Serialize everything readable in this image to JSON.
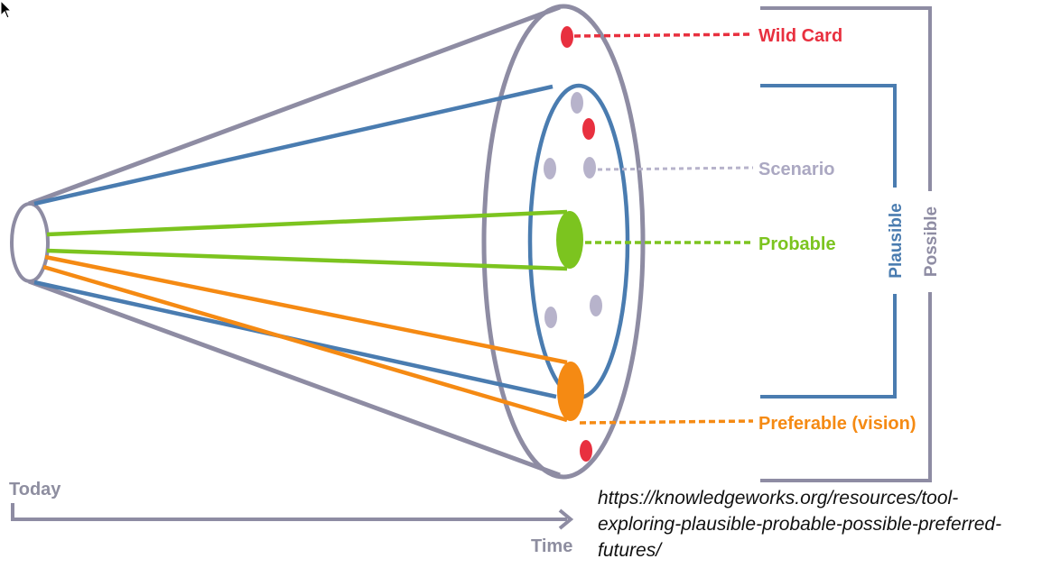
{
  "labels": {
    "wild_card": "Wild Card",
    "scenario": "Scenario",
    "probable": "Probable",
    "preferable": "Preferable (vision)"
  },
  "brackets": {
    "plausible": "Plausible",
    "possible": "Possible"
  },
  "axis": {
    "start": "Today",
    "end": "Time"
  },
  "source_url": "https://knowledgeworks.org/resources/tool-exploring-plausible-probable-possible-preferred-futures/",
  "colors": {
    "possible": "#8e8ca3",
    "plausible": "#4a7cb0",
    "probable": "#7cc41f",
    "preferable": "#f58a13",
    "wild_card": "#e8303f",
    "scenario": "#b7b3cb"
  }
}
